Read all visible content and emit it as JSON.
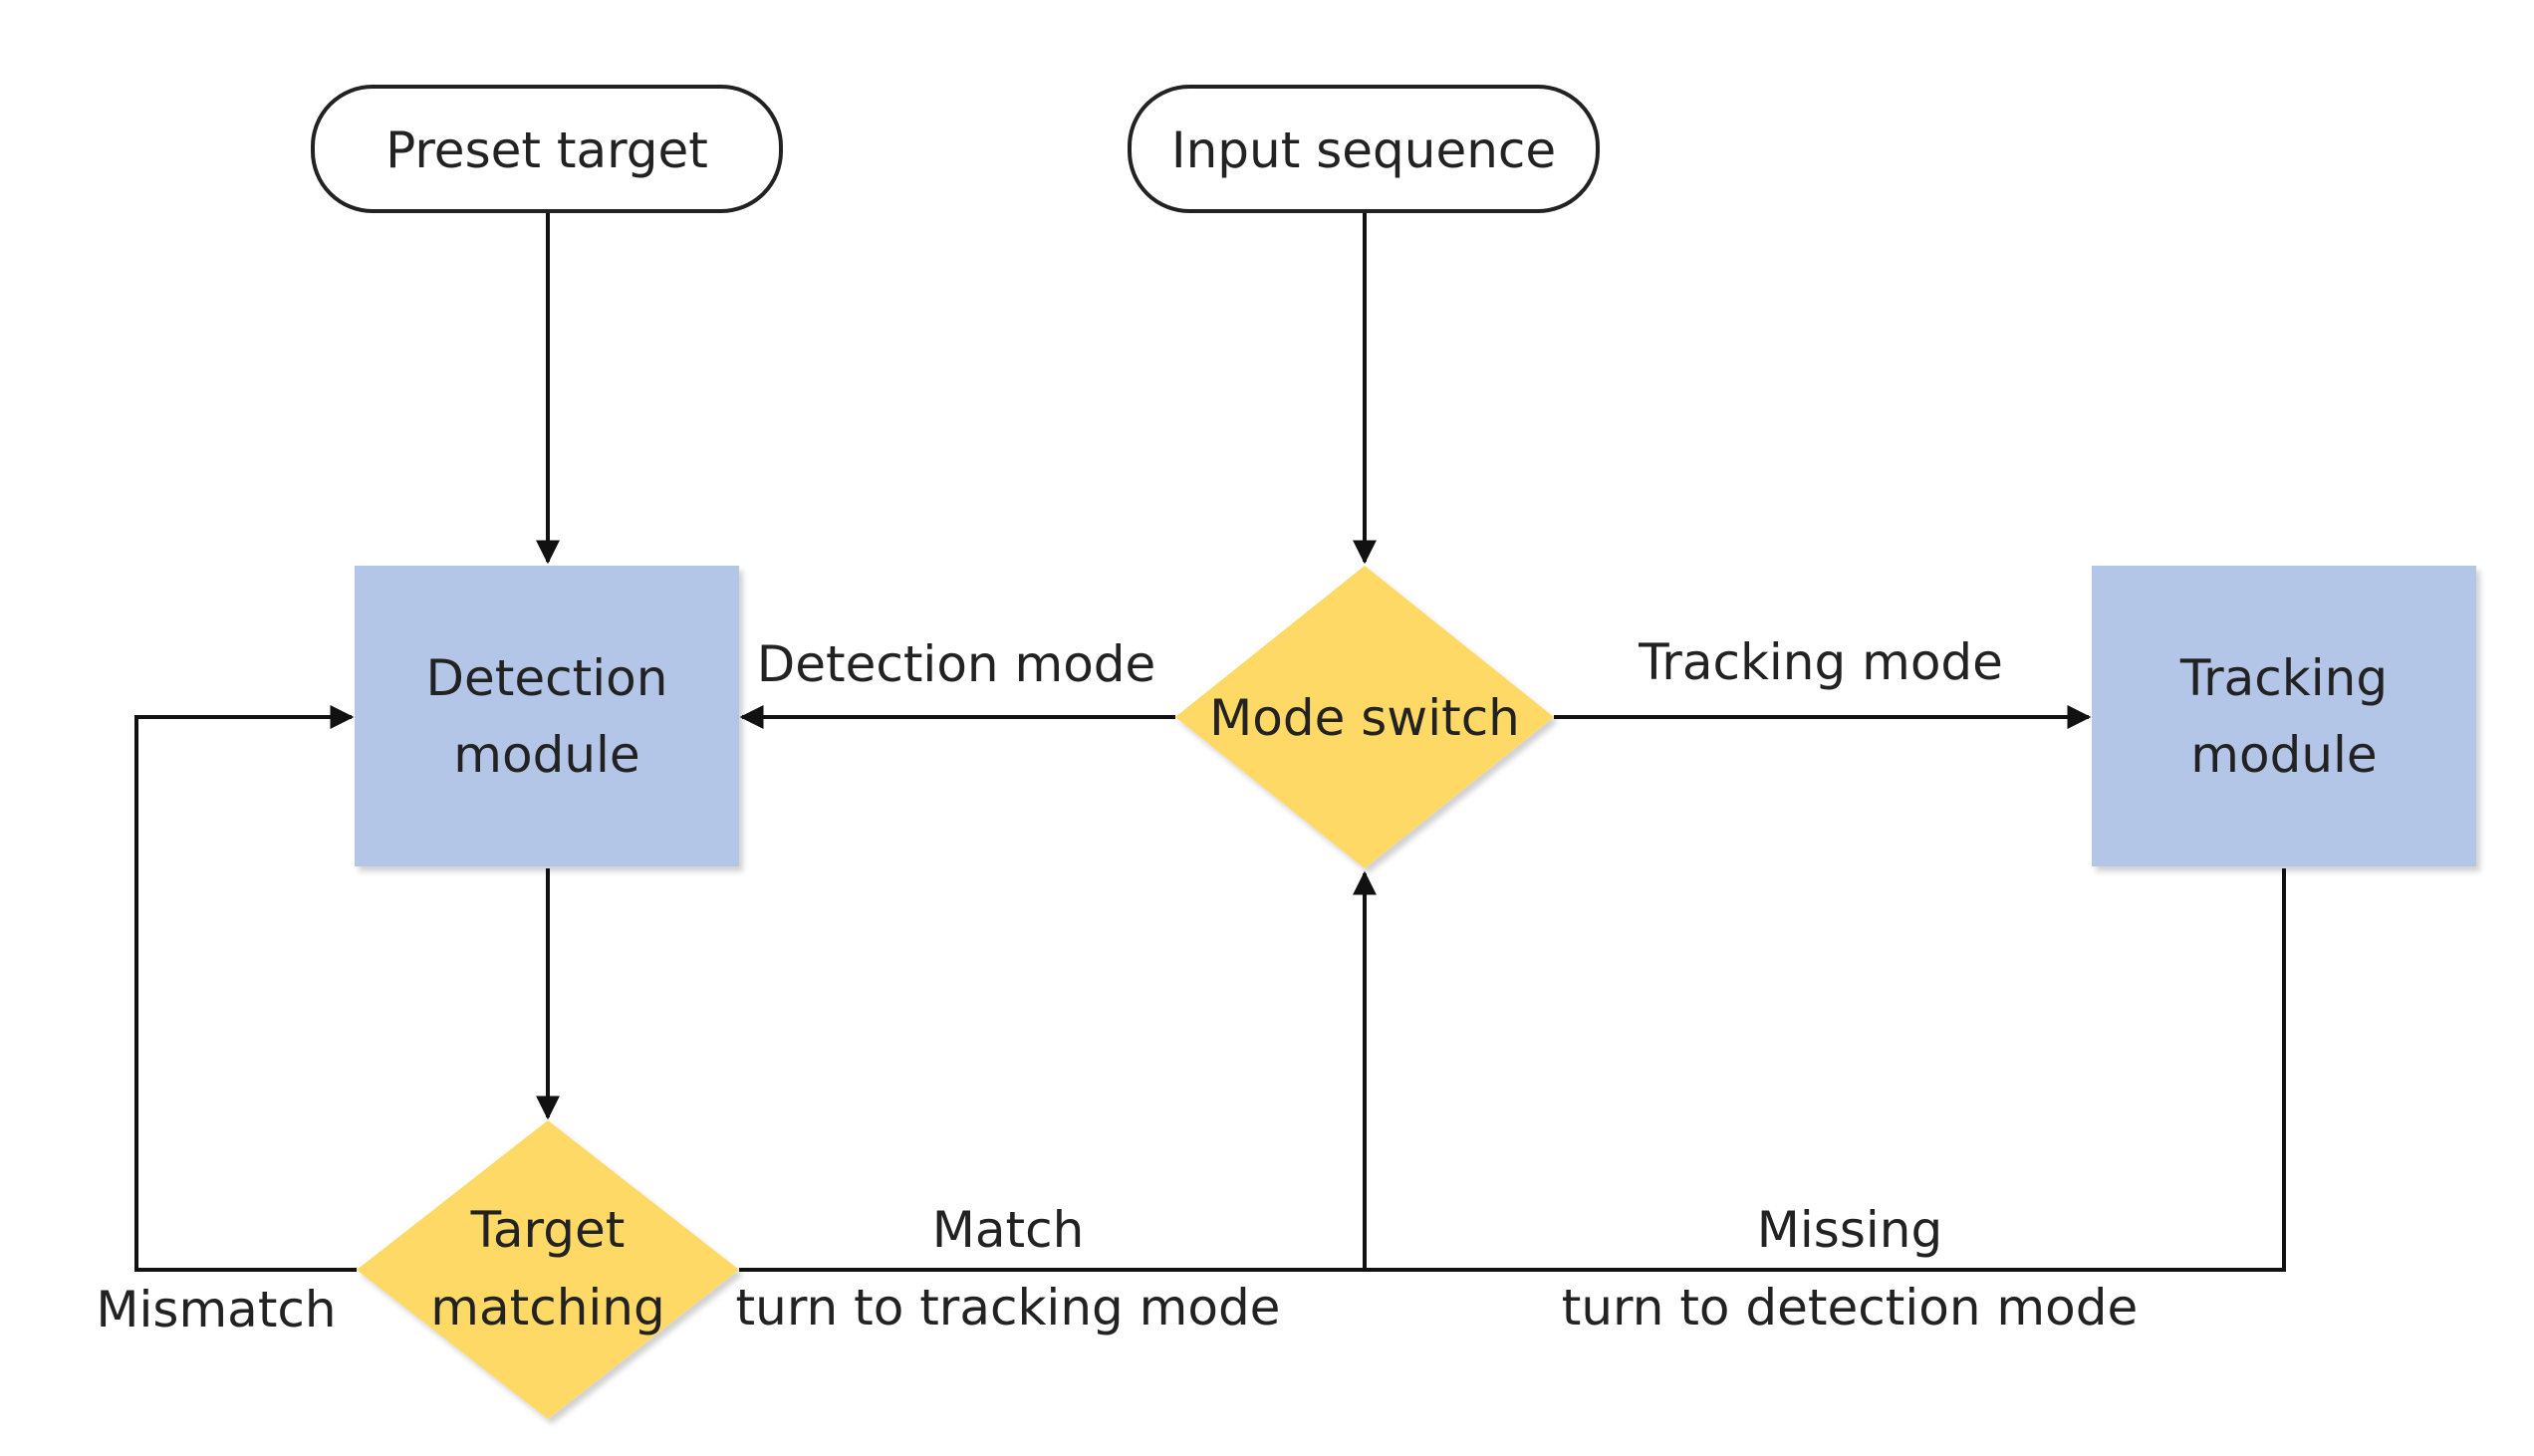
{
  "nodes": {
    "preset_target": {
      "label": "Preset target"
    },
    "input_sequence": {
      "label": "Input sequence"
    },
    "detection_module": {
      "line1": "Detection",
      "line2": "module"
    },
    "mode_switch": {
      "label": "Mode switch"
    },
    "tracking_module": {
      "line1": "Tracking",
      "line2": "module"
    },
    "target_matching": {
      "line1": "Target",
      "line2": "matching"
    }
  },
  "edges": {
    "detection_mode": "Detection mode",
    "tracking_mode": "Tracking mode",
    "mismatch": "Mismatch",
    "match_line1": "Match",
    "match_line2": "turn to tracking mode",
    "missing_line1": "Missing",
    "missing_line2": "turn to detection mode"
  },
  "colors": {
    "process_fill": "#b4c6e7",
    "decision_fill": "#ffd966",
    "stroke": "#111111",
    "background": "#ffffff"
  }
}
